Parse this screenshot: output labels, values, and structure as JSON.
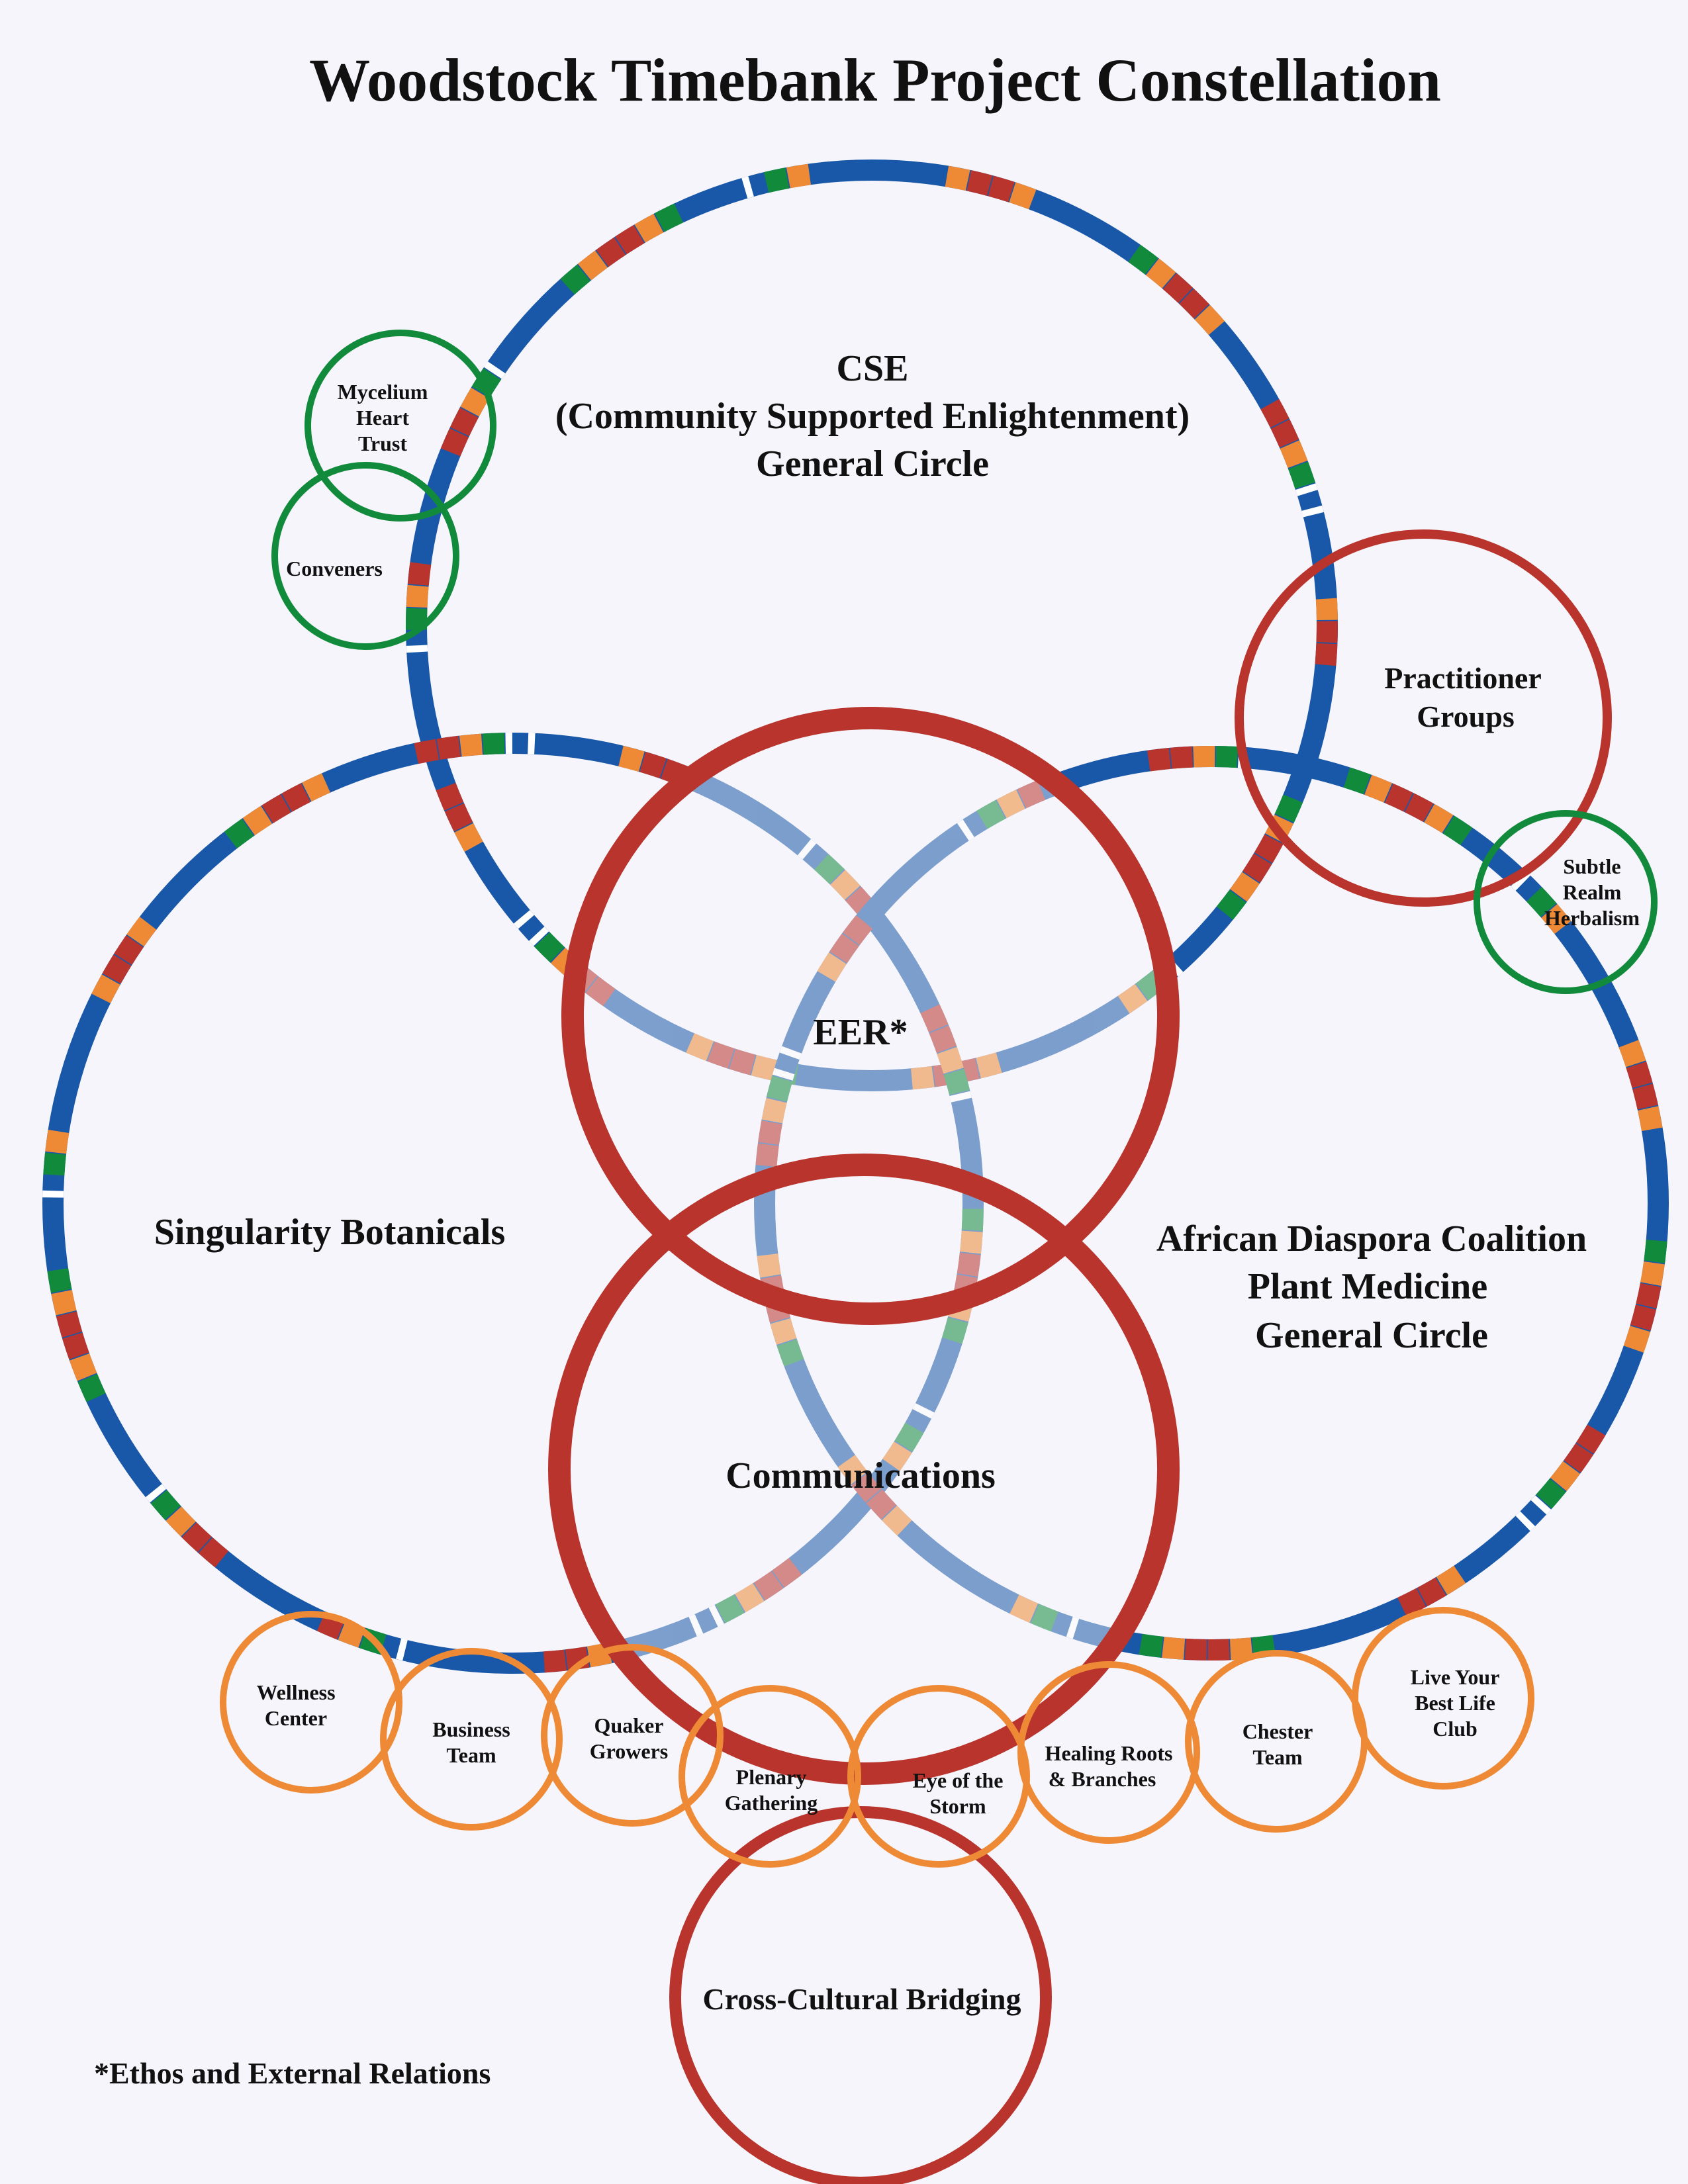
{
  "title": "Woodstock Timebank Project Constellation",
  "footnote": "*Ethos and External Relations",
  "colors": {
    "background": "#f5f5fb",
    "blue": "#1958a8",
    "green": "#128a3c",
    "orange": "#ee8a36",
    "red": "#b8342c",
    "white": "#ffffff"
  },
  "circles": {
    "cse": {
      "lines": [
        "CSE",
        "(Community Supported Enlightenment)",
        "General Circle"
      ]
    },
    "singularity": {
      "lines": [
        "Singularity Botanicals"
      ]
    },
    "african": {
      "lines": [
        "African Diaspora Coalition",
        "Plant Medicine",
        "General Circle"
      ]
    },
    "eer": {
      "lines": [
        "EER*"
      ]
    },
    "communications": {
      "lines": [
        "Communications"
      ]
    },
    "practitioner": {
      "lines": [
        "Practitioner",
        "Groups"
      ]
    },
    "cross_cultural": {
      "lines": [
        "Cross-Cultural Bridging"
      ]
    },
    "mycelium": {
      "lines": [
        "Mycelium",
        "Heart",
        "Trust"
      ]
    },
    "conveners": {
      "lines": [
        "Conveners"
      ]
    },
    "subtle_realm": {
      "lines": [
        "Subtle",
        "Realm",
        "Herbalism"
      ]
    },
    "wellness": {
      "lines": [
        "Wellness",
        "Center"
      ]
    },
    "business": {
      "lines": [
        "Business",
        "Team"
      ]
    },
    "quaker": {
      "lines": [
        "Quaker",
        "Growers"
      ]
    },
    "plenary": {
      "lines": [
        "Plenary",
        "Gathering"
      ]
    },
    "eye_storm": {
      "lines": [
        "Eye of the",
        "Storm"
      ]
    },
    "healing_roots": {
      "lines": [
        "Healing Roots",
        "& Branches"
      ]
    },
    "chester": {
      "lines": [
        "Chester",
        "Team"
      ]
    },
    "live_best": {
      "lines": [
        "Live Your",
        "Best Life",
        "Club"
      ]
    }
  }
}
